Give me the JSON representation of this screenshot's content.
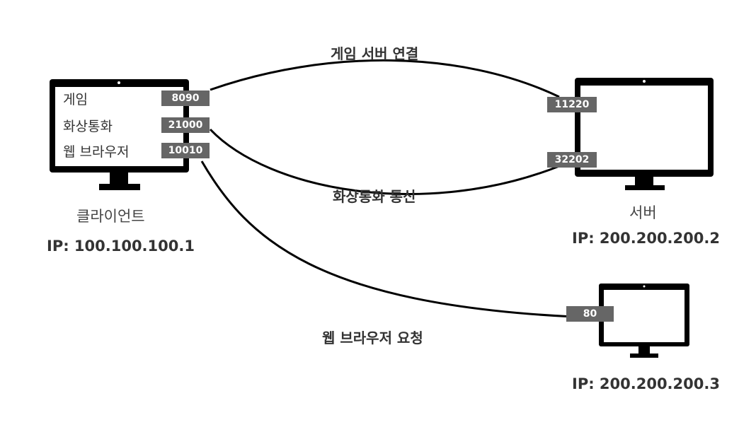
{
  "client": {
    "name": "클라이언트",
    "ip": "IP: 100.100.100.1",
    "apps": [
      {
        "label": "게임",
        "port": "8090"
      },
      {
        "label": "화상통화",
        "port": "21000"
      },
      {
        "label": "웹 브라우저",
        "port": "10010"
      }
    ]
  },
  "server": {
    "name": "서버",
    "ip": "IP: 200.200.200.2",
    "ports": [
      "11220",
      "32202"
    ]
  },
  "web_server": {
    "ip": "IP: 200.200.200.3",
    "port": "80"
  },
  "connections": [
    {
      "label": "게임 서버 연결"
    },
    {
      "label": "화상통화 통신"
    },
    {
      "label": "웹 브라우저 요청"
    }
  ],
  "colors": {
    "monitor": "#000000",
    "port_box": "#666666",
    "line": "#000000",
    "text": "#333333"
  }
}
